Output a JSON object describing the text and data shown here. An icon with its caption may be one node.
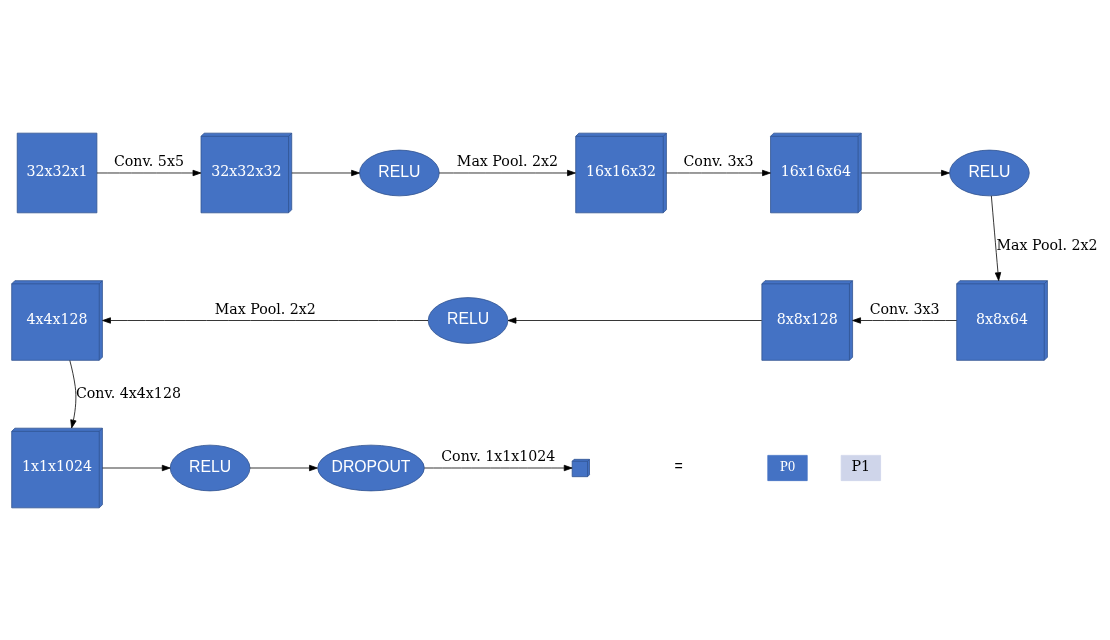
{
  "diagram": {
    "nodes": [
      {
        "text": [
          "32x32x1"
        ]
      },
      {
        "text": [
          "32x32x32"
        ]
      },
      {
        "text": [
          "RELU"
        ]
      },
      {
        "text": [
          "16x16x32"
        ]
      },
      {
        "text": [
          "16x16x64"
        ]
      },
      {
        "text": [
          "RELU"
        ]
      },
      {
        "text": [
          "8x8x64"
        ]
      },
      {
        "text": [
          "8x8x128"
        ]
      },
      {
        "text": [
          "RELU"
        ]
      },
      {
        "text": [
          "4x4x128"
        ]
      },
      {
        "text": [
          "1x1x1024"
        ]
      },
      {
        "text": [
          "RELU"
        ]
      },
      {
        "text": [
          "DROPOUT"
        ]
      },
      {
        "text": [],
        "shape": "box"
      },
      {
        "text": [
          "P0"
        ]
      },
      {
        "text": [
          "P1"
        ]
      }
    ],
    "edges": [
      {
        "from": 0,
        "to": 1,
        "arrow": "to",
        "label": "Conv. 5x5"
      },
      {
        "from": 1,
        "to": 2,
        "arrow": "to"
      },
      {
        "from": 2,
        "to": 3,
        "arrow": "to",
        "label": "Max Pool. 2x2"
      },
      {
        "from": 3,
        "to": 4,
        "arrow": "to",
        "label": "Conv. 3x3"
      },
      {
        "from": 4,
        "to": 5,
        "arrow": "to"
      },
      {
        "from": 5,
        "to": 6,
        "arrow": "to",
        "label": "Max Pool. 2x2"
      },
      {
        "from": 6,
        "to": 7,
        "arrow": "to",
        "label": "Conv. 3x3"
      },
      {
        "from": 7,
        "to": 8,
        "arrow": "to"
      },
      {
        "from": 8,
        "to": 9,
        "arrow": "to",
        "label": "Max Pool. 2x2"
      },
      {
        "from": 9,
        "to": 10,
        "arrow": "to",
        "label": "Conv. 4x4x128"
      },
      {
        "from": 10,
        "to": 11,
        "arrow": "to"
      },
      {
        "from": 11,
        "to": 12,
        "arrow": "to"
      },
      {
        "from": 12,
        "to": 13,
        "arrow": "to",
        "label": "Conv. 1x1x1024"
      }
    ],
    "labels": [
      "="
    ]
  }
}
